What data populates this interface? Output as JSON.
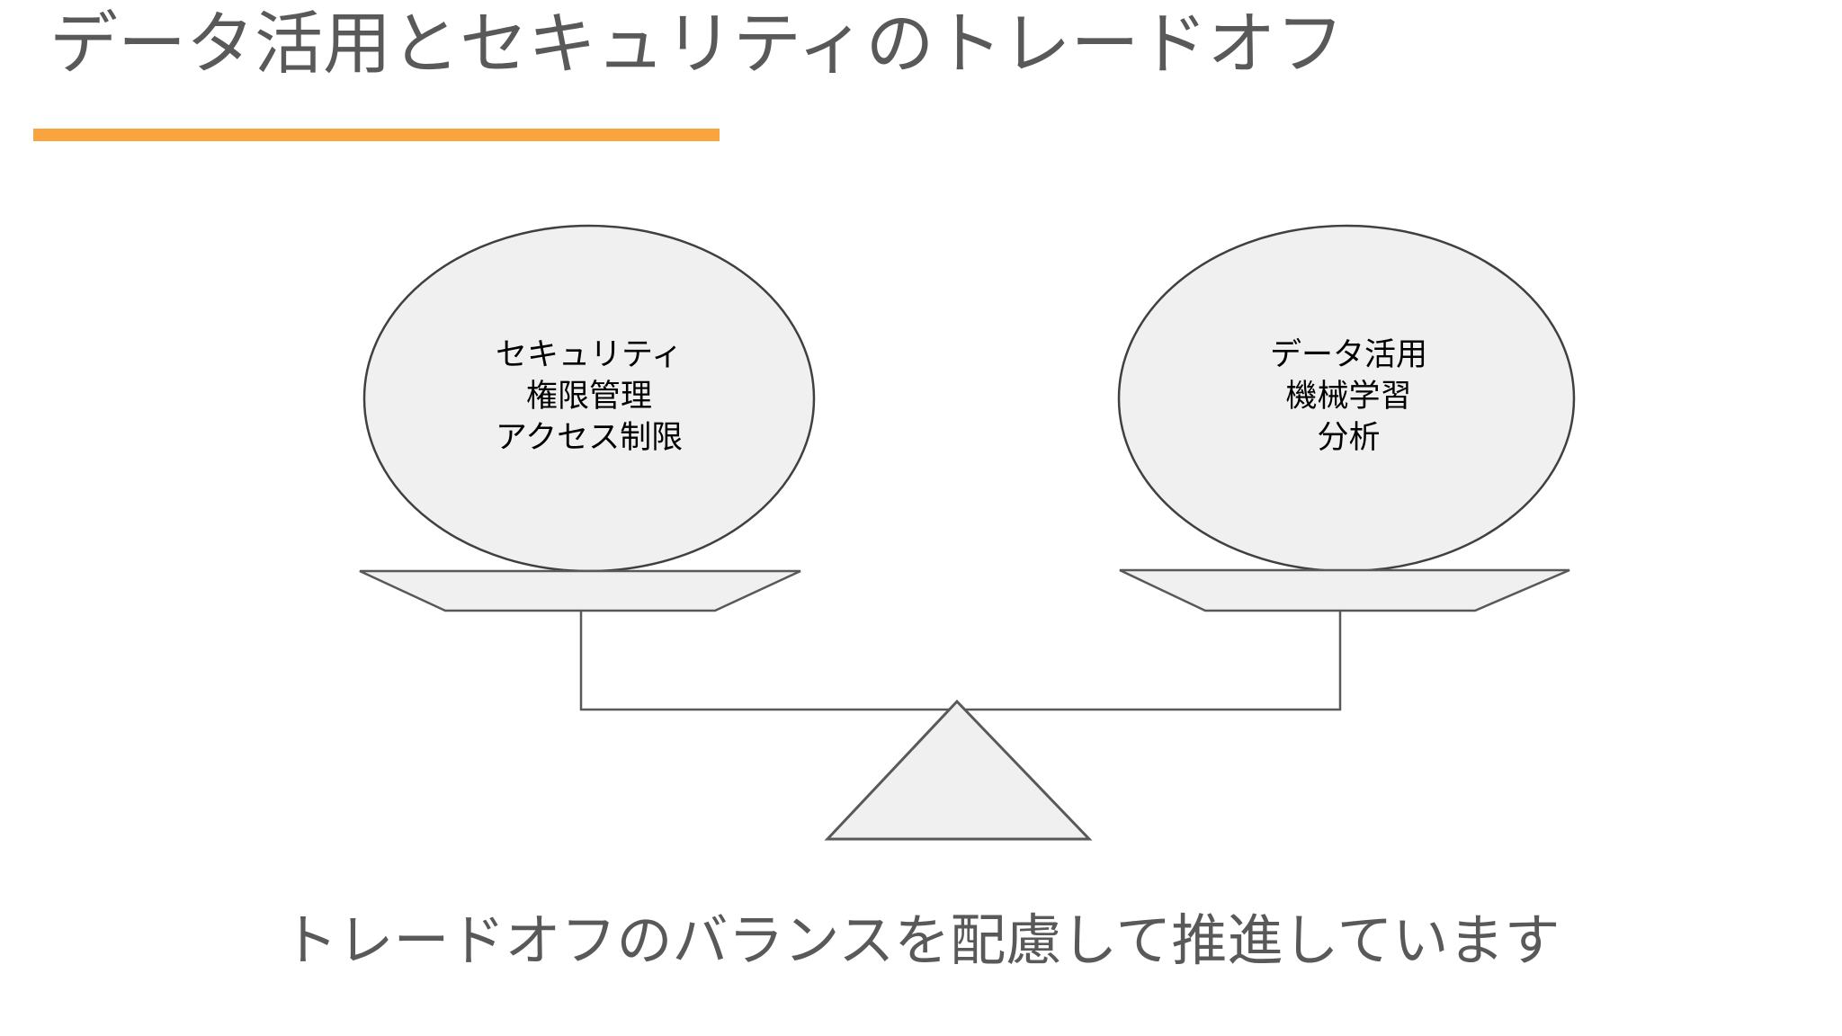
{
  "slide": {
    "title": "データ活用とセキュリティのトレードオフ",
    "title_color": "#595959",
    "underline_color": "#FAA43F",
    "background_color": "#FFFFFF",
    "caption": "トレードオフのバランスを配慮して推進しています",
    "caption_color": "#595959"
  },
  "diagram": {
    "type": "balance-scale",
    "shape_fill": "#F0F0F0",
    "shape_stroke": "#404040",
    "left_pan": {
      "label_lines": [
        "セキュリティ",
        "権限管理",
        "アクセス制限"
      ],
      "line1": "セキュリティ",
      "line2": "権限管理",
      "line3": "アクセス制限"
    },
    "right_pan": {
      "label_lines": [
        "データ活用",
        "機械学習",
        "分析"
      ],
      "line1": "データ活用",
      "line2": "機械学習",
      "line3": "分析"
    }
  }
}
